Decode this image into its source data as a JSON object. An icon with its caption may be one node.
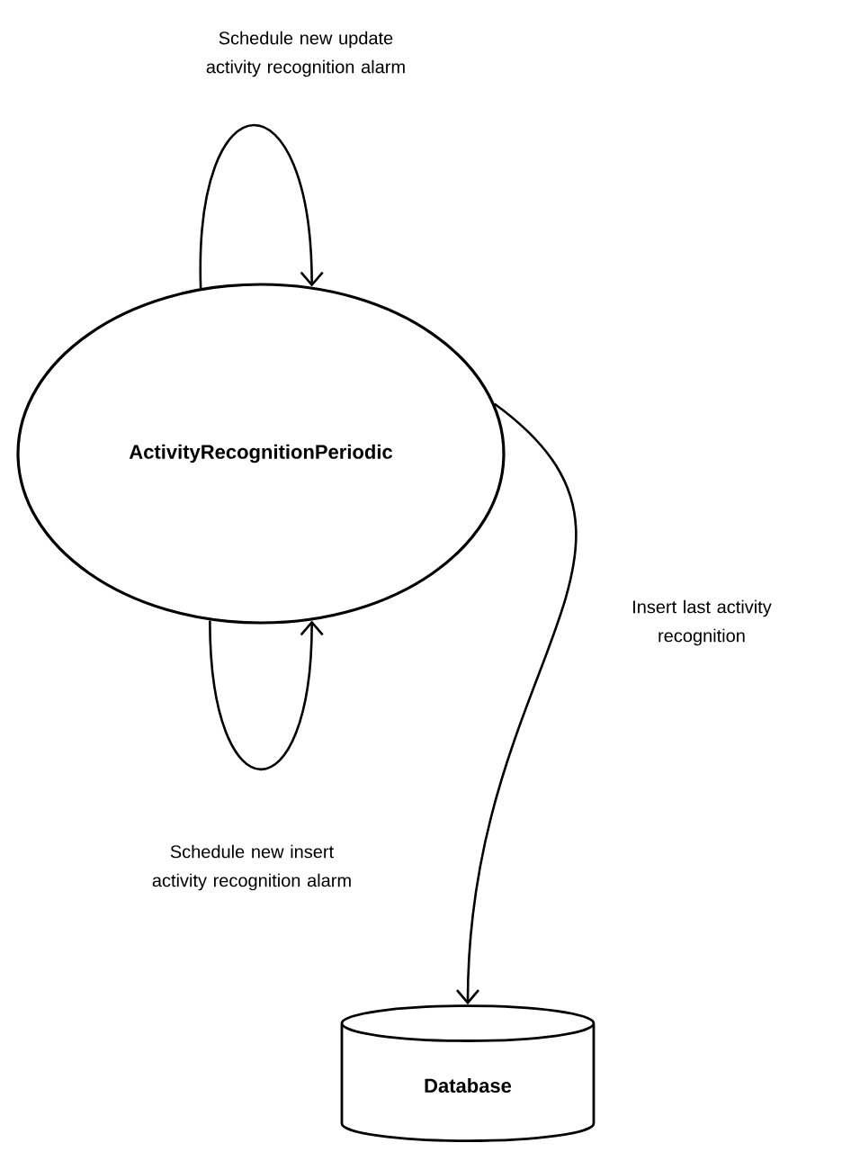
{
  "diagram": {
    "nodes": [
      {
        "text": [
          "ActivityRecognitionPeriodic"
        ]
      },
      {
        "text": [
          "Database"
        ]
      }
    ],
    "edges": [
      {
        "from": 0,
        "to": 0,
        "arrow": "to",
        "label": "Schedule new update activity recognition alarm"
      },
      {
        "from": 0,
        "to": 0,
        "arrow": "to",
        "label": "Schedule new insert activity recognition alarm"
      },
      {
        "from": 0,
        "to": 1,
        "arrow": "to",
        "label": "Insert last activity recognition"
      }
    ]
  }
}
